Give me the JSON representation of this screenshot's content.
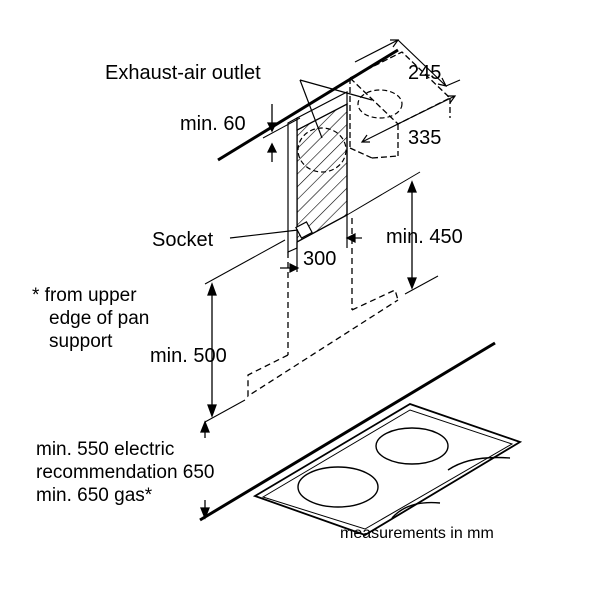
{
  "labels": {
    "exhaust_air_outlet": "Exhaust-air outlet",
    "dim_245": "245",
    "min_60": "min. 60",
    "dim_335": "335",
    "socket": "Socket",
    "min_450": "min. 450",
    "dim_300": "300",
    "note_line1": "* from upper",
    "note_line2": "edge of pan",
    "note_line3": "support",
    "min_500": "min. 500",
    "elec_line1": "min. 550 electric",
    "elec_line2": "recommendation 650",
    "elec_line3": "min. 650 gas*",
    "measurements": "measurements in mm"
  }
}
